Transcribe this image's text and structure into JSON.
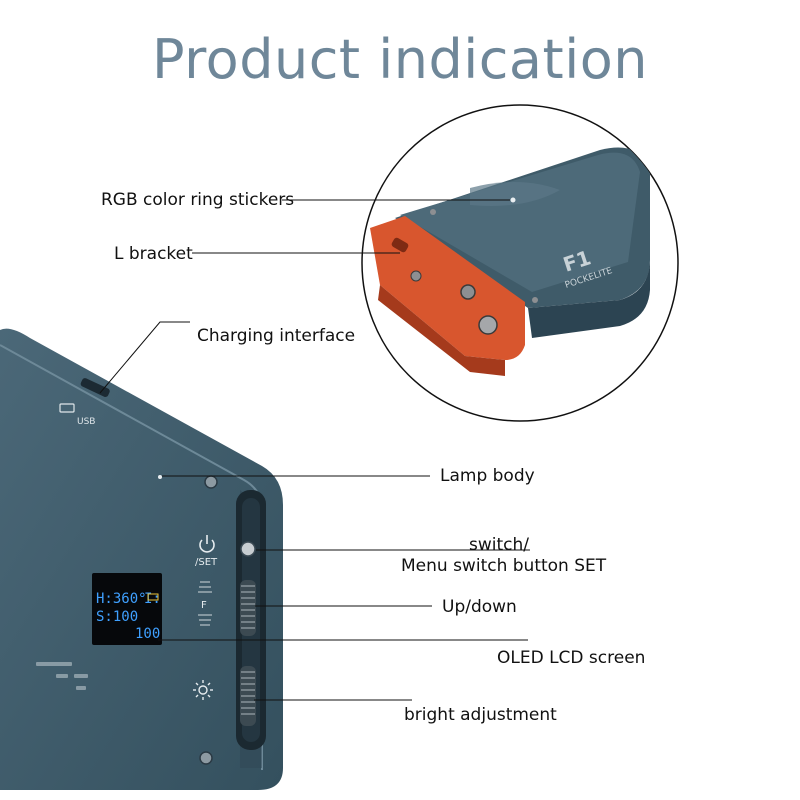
{
  "page": {
    "title": "Product indication"
  },
  "callouts": {
    "rgb": "RGB color ring stickers",
    "bracket": "L bracket",
    "charging": "Charging interface",
    "lamp": "Lamp body",
    "switch_line1": "switch/",
    "switch_line2": "Menu switch button SET",
    "updown": "Up/down",
    "oled": "OLED LCD screen",
    "bright": "bright adjustment"
  },
  "device": {
    "usb_label": "USB",
    "set_label": "/SET",
    "f_label": "F",
    "brand_logo": "F1",
    "brand_name": "POCKELITE",
    "screen": {
      "line1_left": "H:360°",
      "line1_right": "I:",
      "line2_left": "S:100",
      "line2_right": "100"
    }
  },
  "icons": [
    "power-icon",
    "sun-icon",
    "usb-icon"
  ],
  "colors": {
    "title": "#6f8799",
    "body": "#3e5a69",
    "bracket": "#d8562e",
    "screen_text": "#3fa0ff",
    "screen_accent": "#e8c23a"
  }
}
